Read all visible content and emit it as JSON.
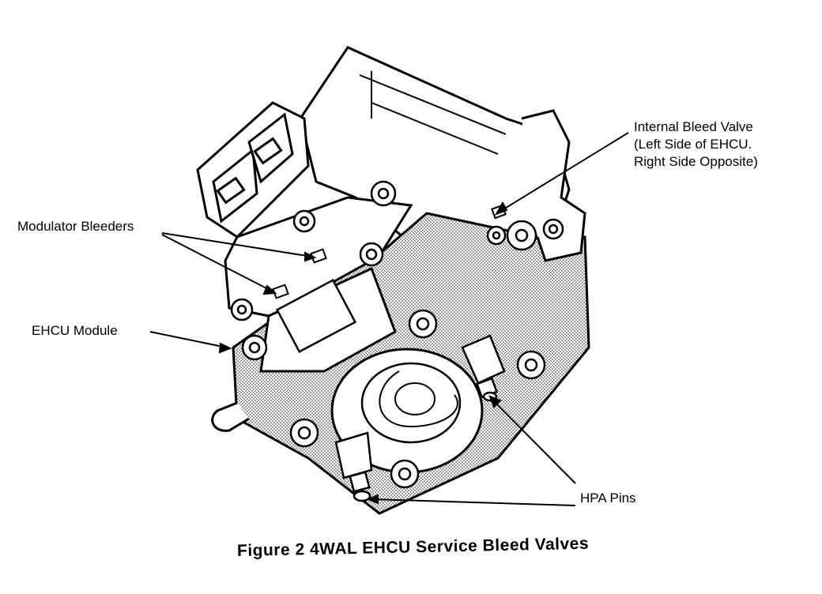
{
  "labels": {
    "modulator_bleeders": "Modulator Bleeders",
    "ehcu_module": "EHCU Module",
    "internal_bleed_valve": {
      "line1": "Internal Bleed Valve",
      "line2": "(Left Side of EHCU.",
      "line3": "Right Side Opposite)"
    },
    "hpa_pins": "HPA Pins"
  },
  "caption": "Figure 2 4WAL EHCU Service Bleed Valves",
  "colors": {
    "ink": "#000000",
    "paper": "#ffffff",
    "shading": "#8a8a8a"
  }
}
